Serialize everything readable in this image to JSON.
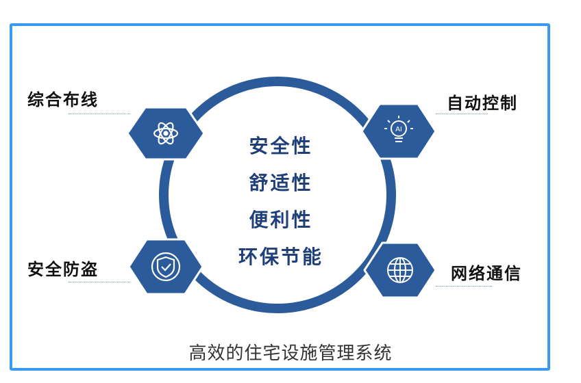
{
  "center": {
    "items": [
      "安全性",
      "舒适性",
      "便利性",
      "环保节能"
    ]
  },
  "features": {
    "top_left": {
      "label": "综合布线",
      "icon": "atom-icon"
    },
    "top_right": {
      "label": "自动控制",
      "icon": "ai-lightbulb-icon"
    },
    "bottom_left": {
      "label": "安全防盗",
      "icon": "shield-check-icon"
    },
    "bottom_right": {
      "label": "网络通信",
      "icon": "globe-icon"
    },
    "ai_badge": "AI"
  },
  "caption": "高效的住宅设施管理系统",
  "colors": {
    "frame": "#3a9af0",
    "ring": "#2b5b9a",
    "hexagon": "#2b5b9a",
    "center_text": "#1f3f78"
  }
}
